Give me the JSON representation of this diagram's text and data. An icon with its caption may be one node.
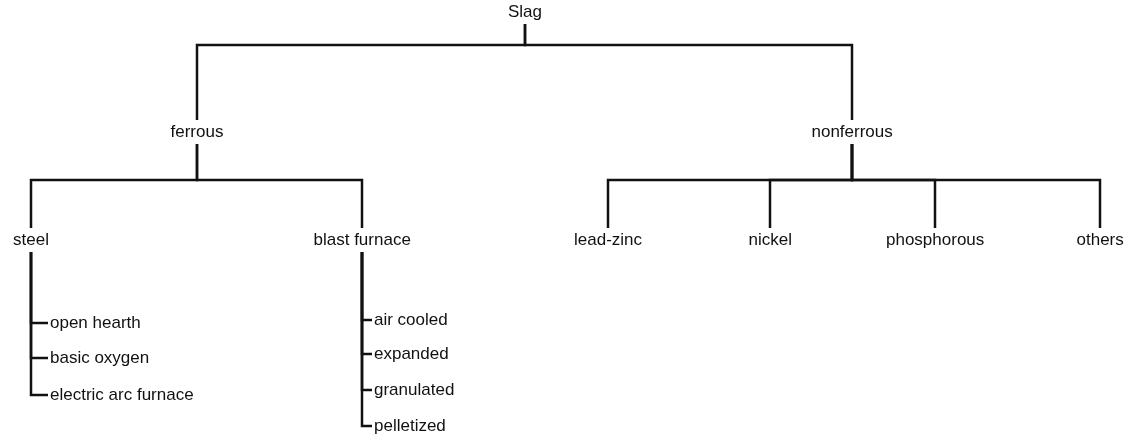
{
  "diagram": {
    "nodes": [
      {
        "text": [
          "Slag"
        ]
      },
      {
        "text": [
          "ferrous"
        ]
      },
      {
        "text": [
          "nonferrous"
        ]
      },
      {
        "text": [
          "steel"
        ]
      },
      {
        "text": [
          "blast furnace"
        ]
      },
      {
        "text": [
          "lead-zinc"
        ]
      },
      {
        "text": [
          "nickel"
        ]
      },
      {
        "text": [
          "phosphorous"
        ]
      },
      {
        "text": [
          "others"
        ]
      },
      {
        "text": [
          "open hearth"
        ]
      },
      {
        "text": [
          "basic oxygen"
        ]
      },
      {
        "text": [
          "electric arc furnace"
        ]
      },
      {
        "text": [
          "air cooled"
        ]
      },
      {
        "text": [
          "expanded"
        ]
      },
      {
        "text": [
          "granulated"
        ]
      },
      {
        "text": [
          "pelletized"
        ]
      }
    ],
    "edges": [
      {
        "from": 0,
        "to": 1,
        "arrow": "none"
      },
      {
        "from": 0,
        "to": 2,
        "arrow": "none"
      },
      {
        "from": 1,
        "to": 3,
        "arrow": "none"
      },
      {
        "from": 1,
        "to": 4,
        "arrow": "none"
      },
      {
        "from": 2,
        "to": 5,
        "arrow": "none"
      },
      {
        "from": 2,
        "to": 6,
        "arrow": "none"
      },
      {
        "from": 2,
        "to": 7,
        "arrow": "none"
      },
      {
        "from": 2,
        "to": 8,
        "arrow": "none"
      },
      {
        "from": 3,
        "to": 9,
        "arrow": "none"
      },
      {
        "from": 3,
        "to": 10,
        "arrow": "none"
      },
      {
        "from": 3,
        "to": 11,
        "arrow": "none"
      },
      {
        "from": 4,
        "to": 12,
        "arrow": "none"
      },
      {
        "from": 4,
        "to": 13,
        "arrow": "none"
      },
      {
        "from": 4,
        "to": 14,
        "arrow": "none"
      },
      {
        "from": 4,
        "to": 15,
        "arrow": "none"
      }
    ]
  }
}
